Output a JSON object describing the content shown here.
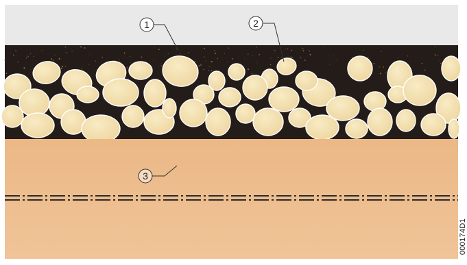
{
  "callouts": [
    {
      "label": "1"
    },
    {
      "label": "2"
    },
    {
      "label": "3"
    }
  ],
  "image_code": "000174D1",
  "colors": {
    "sky": "#e9e9e9",
    "soil": "#241c18",
    "stone_fill": "#f2dfae",
    "stone_edge": "#ffffff",
    "sand": "#ebb886",
    "dash": "#2a2a2a"
  }
}
